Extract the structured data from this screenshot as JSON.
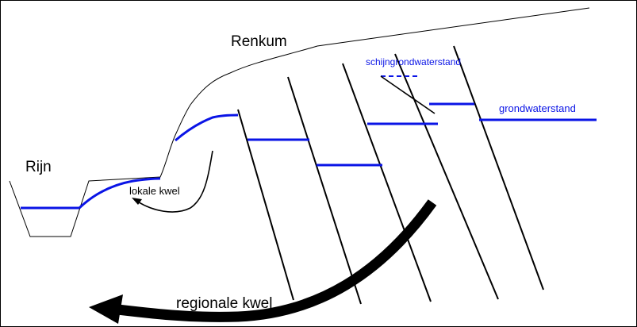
{
  "labels": {
    "rijn": "Rijn",
    "renkum": "Renkum",
    "schijngrondwaterstand": "schijngrondwaterstand",
    "grondwaterstand": "grondwaterstand",
    "lokale_kwel": "lokale kwel",
    "regionale_kwel": "regionale kwel"
  },
  "colors": {
    "water_table": "#0a14e6",
    "blue_label": "#0a14e6",
    "outline": "#000000",
    "text": "#000000",
    "background": "#ffffff"
  }
}
